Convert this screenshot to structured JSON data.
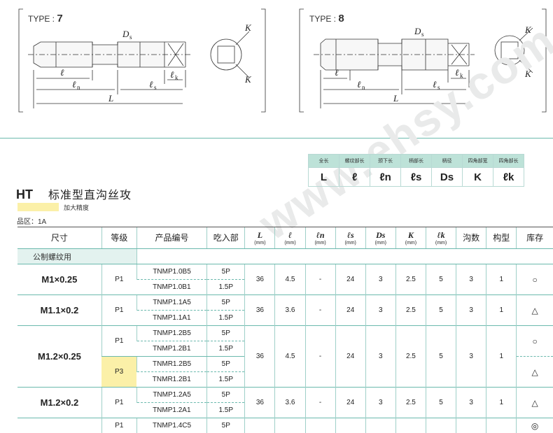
{
  "drawing": {
    "type7": {
      "prefix": "TYPE :",
      "number": "7"
    },
    "type8": {
      "prefix": "TYPE :",
      "number": "8"
    },
    "dims": {
      "Ds": "D",
      "Ds_sub": "s",
      "l": "ℓ",
      "ln": "ℓ",
      "ln_sub": "n",
      "ls": "ℓ",
      "ls_sub": "s",
      "lk": "ℓ",
      "lk_sub": "k",
      "L": "L",
      "K": "K"
    }
  },
  "watermark": "www.ehsy.com",
  "legend": {
    "headers": [
      "全长",
      "螺纹部长",
      "颈下长",
      "柄部长",
      "柄径",
      "四角部宽",
      "四角部长"
    ],
    "symbols": [
      "L",
      "ℓ",
      "ℓn",
      "ℓs",
      "Ds",
      "K",
      "ℓk"
    ]
  },
  "title": {
    "code": "HT",
    "name": "标准型直沟丝攻"
  },
  "precision_label": "加大精度",
  "grade_label": "品区：1A",
  "table": {
    "headers": {
      "size": "尺寸",
      "grade": "等级",
      "part": "产品编号",
      "chamfer": "吃入部",
      "L": "L",
      "l": "ℓ",
      "ln": "ℓn",
      "ls": "ℓs",
      "Ds": "Ds",
      "K": "K",
      "lk": "ℓk",
      "unit": "(mm)",
      "flutes": "沟数",
      "type": "构型",
      "stock": "库存"
    },
    "group": "公制螺纹用",
    "rows": [
      {
        "size": "M1×0.25",
        "grade": "P1",
        "p1": "TNMP1.0B5",
        "c1": "5P",
        "p2": "TNMP1.0B1",
        "c2": "1.5P",
        "L": "36",
        "l": "4.5",
        "ln": "-",
        "ls": "24",
        "Ds": "3",
        "K": "2.5",
        "lk": "5",
        "flutes": "3",
        "type": "1",
        "stock": "○"
      },
      {
        "size": "M1.1×0.2",
        "grade": "P1",
        "p1": "TNMP1.1A5",
        "c1": "5P",
        "p2": "TNMP1.1A1",
        "c2": "1.5P",
        "L": "36",
        "l": "3.6",
        "ln": "-",
        "ls": "24",
        "Ds": "3",
        "K": "2.5",
        "lk": "5",
        "flutes": "3",
        "type": "1",
        "stock": "△"
      },
      {
        "size": "M1.2×0.25",
        "gradeA": "P1",
        "gradeB": "P3",
        "p1": "TNMP1.2B5",
        "c1": "5P",
        "p2": "TNMP1.2B1",
        "c2": "1.5P",
        "p3": "TNMR1.2B5",
        "c3": "5P",
        "p4": "TNMR1.2B1",
        "c4": "1.5P",
        "L": "36",
        "l": "4.5",
        "ln": "-",
        "ls": "24",
        "Ds": "3",
        "K": "2.5",
        "lk": "5",
        "flutes": "3",
        "type": "1",
        "stockA": "○",
        "stockB": "△"
      },
      {
        "size": "M1.2×0.2",
        "grade": "P1",
        "p1": "TNMP1.2A5",
        "c1": "5P",
        "p2": "TNMP1.2A1",
        "c2": "1.5P",
        "L": "36",
        "l": "3.6",
        "ln": "-",
        "ls": "24",
        "Ds": "3",
        "K": "2.5",
        "lk": "5",
        "flutes": "3",
        "type": "1",
        "stock": "△"
      },
      {
        "grade": "P1",
        "p1": "TNMP1.4C5",
        "c1": "5P",
        "stock": "◎"
      }
    ]
  }
}
